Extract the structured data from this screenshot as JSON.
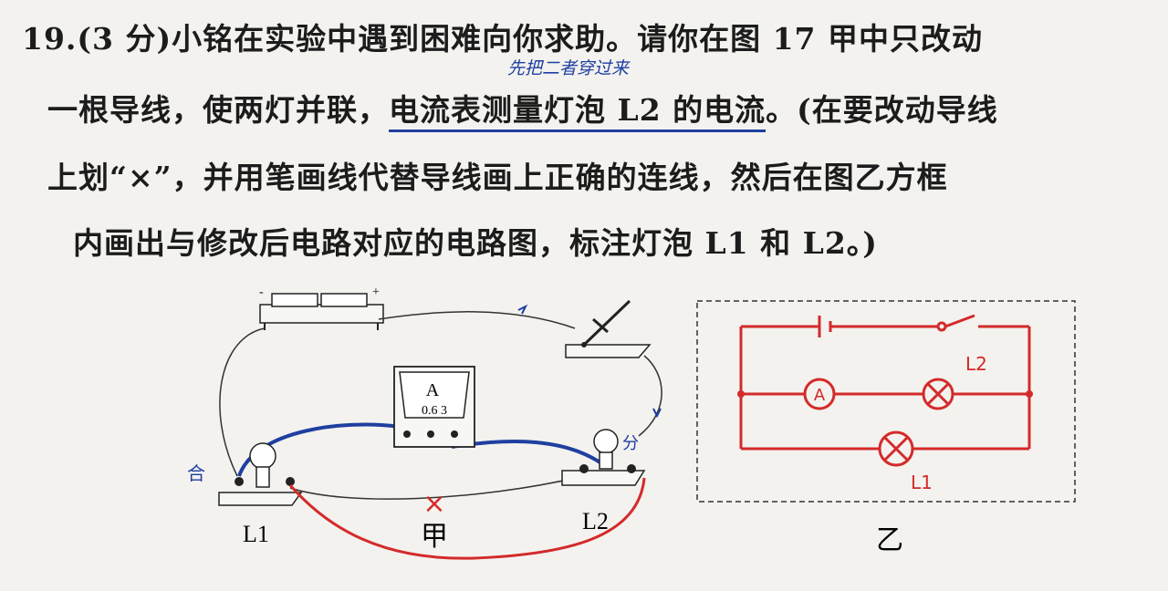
{
  "question": {
    "line1": "19.(3 分)小铭在实验中遇到困难向你求助。请你在图 17 甲中只改动",
    "line2_pre": "一根导线，使两灯并联，",
    "line2_hl": "电流表测量灯泡 L2 的电流",
    "line2_post": "。(在要改动导线",
    "line3": "上划“×”，并用笔画线代替导线画上正确的连线，然后在图乙方框",
    "line4": "内画出与修改后电路对应的电路图，标注灯泡 L1 和 L2。)"
  },
  "handwritten_note": "先把二者穿过来",
  "figure_jia": {
    "label_L1": "L1",
    "label_L2": "L2",
    "caption": "甲",
    "ammeter_letter": "A",
    "ammeter_scale": "0.6 3",
    "battery_minus": "-",
    "battery_plus": "+",
    "note_left": "合",
    "note_right": "分",
    "cross_mark": "×"
  },
  "figure_yi": {
    "caption": "乙",
    "ammeter_letter": "A",
    "label_L2": "L2",
    "label_L1": "L1"
  },
  "colors": {
    "blue_ink": "#1f3fa0",
    "red_ink": "#d42a2a",
    "print": "#1c1c1c"
  }
}
